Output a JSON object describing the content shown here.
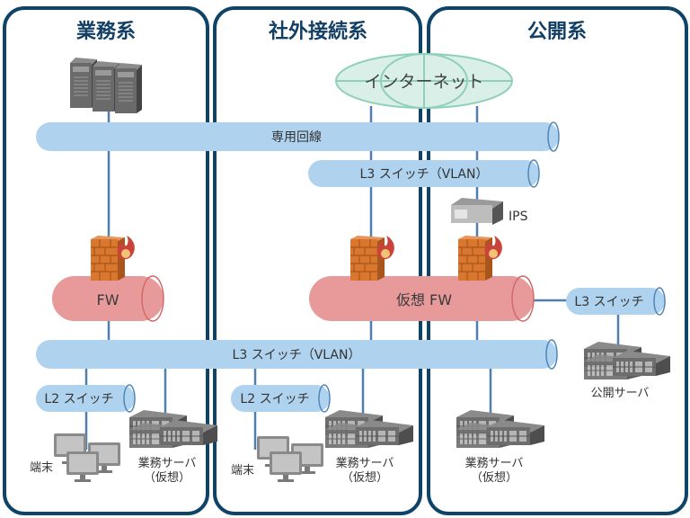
{
  "title": "ネットワーク構成図",
  "zones": [
    {
      "id": "business",
      "title": "業務系"
    },
    {
      "id": "external",
      "title": "社外接続系"
    },
    {
      "id": "public",
      "title": "公開系"
    }
  ],
  "nodes": {
    "internet": "インターネット",
    "dedicated_line": "専用回線",
    "l3_switch_external": "L3 スイッチ（VLAN）",
    "ips": "IPS",
    "fw": "FW",
    "virtual_fw": "仮想 FW",
    "l3_switch_public": "L3 スイッチ",
    "public_server": "公開サーバ",
    "l3_switch_core": "L3 スイッチ（VLAN）",
    "l2_switch_business": "L2 スイッチ",
    "l2_switch_external": "L2 スイッチ",
    "terminal_business": "端末",
    "terminal_external": "端末",
    "biz_server_business": [
      "業務サーバ",
      "（仮想）"
    ],
    "biz_server_external": [
      "業務サーバ",
      "（仮想）"
    ],
    "biz_server_public": [
      "業務サーバ",
      "（仮想）"
    ]
  },
  "colors": {
    "zone_border": "#0e4468",
    "switch_fill": "#afd2ee",
    "switch_edge": "#4f86b8",
    "fw_fill": "#e89a9a",
    "fw_edge": "#d06a6a",
    "internet_fill": "#d9efe8",
    "internet_edge": "#8fd0b8",
    "link": "#4f7fae",
    "brick": "#d9772e",
    "flame": "#c9433a"
  }
}
